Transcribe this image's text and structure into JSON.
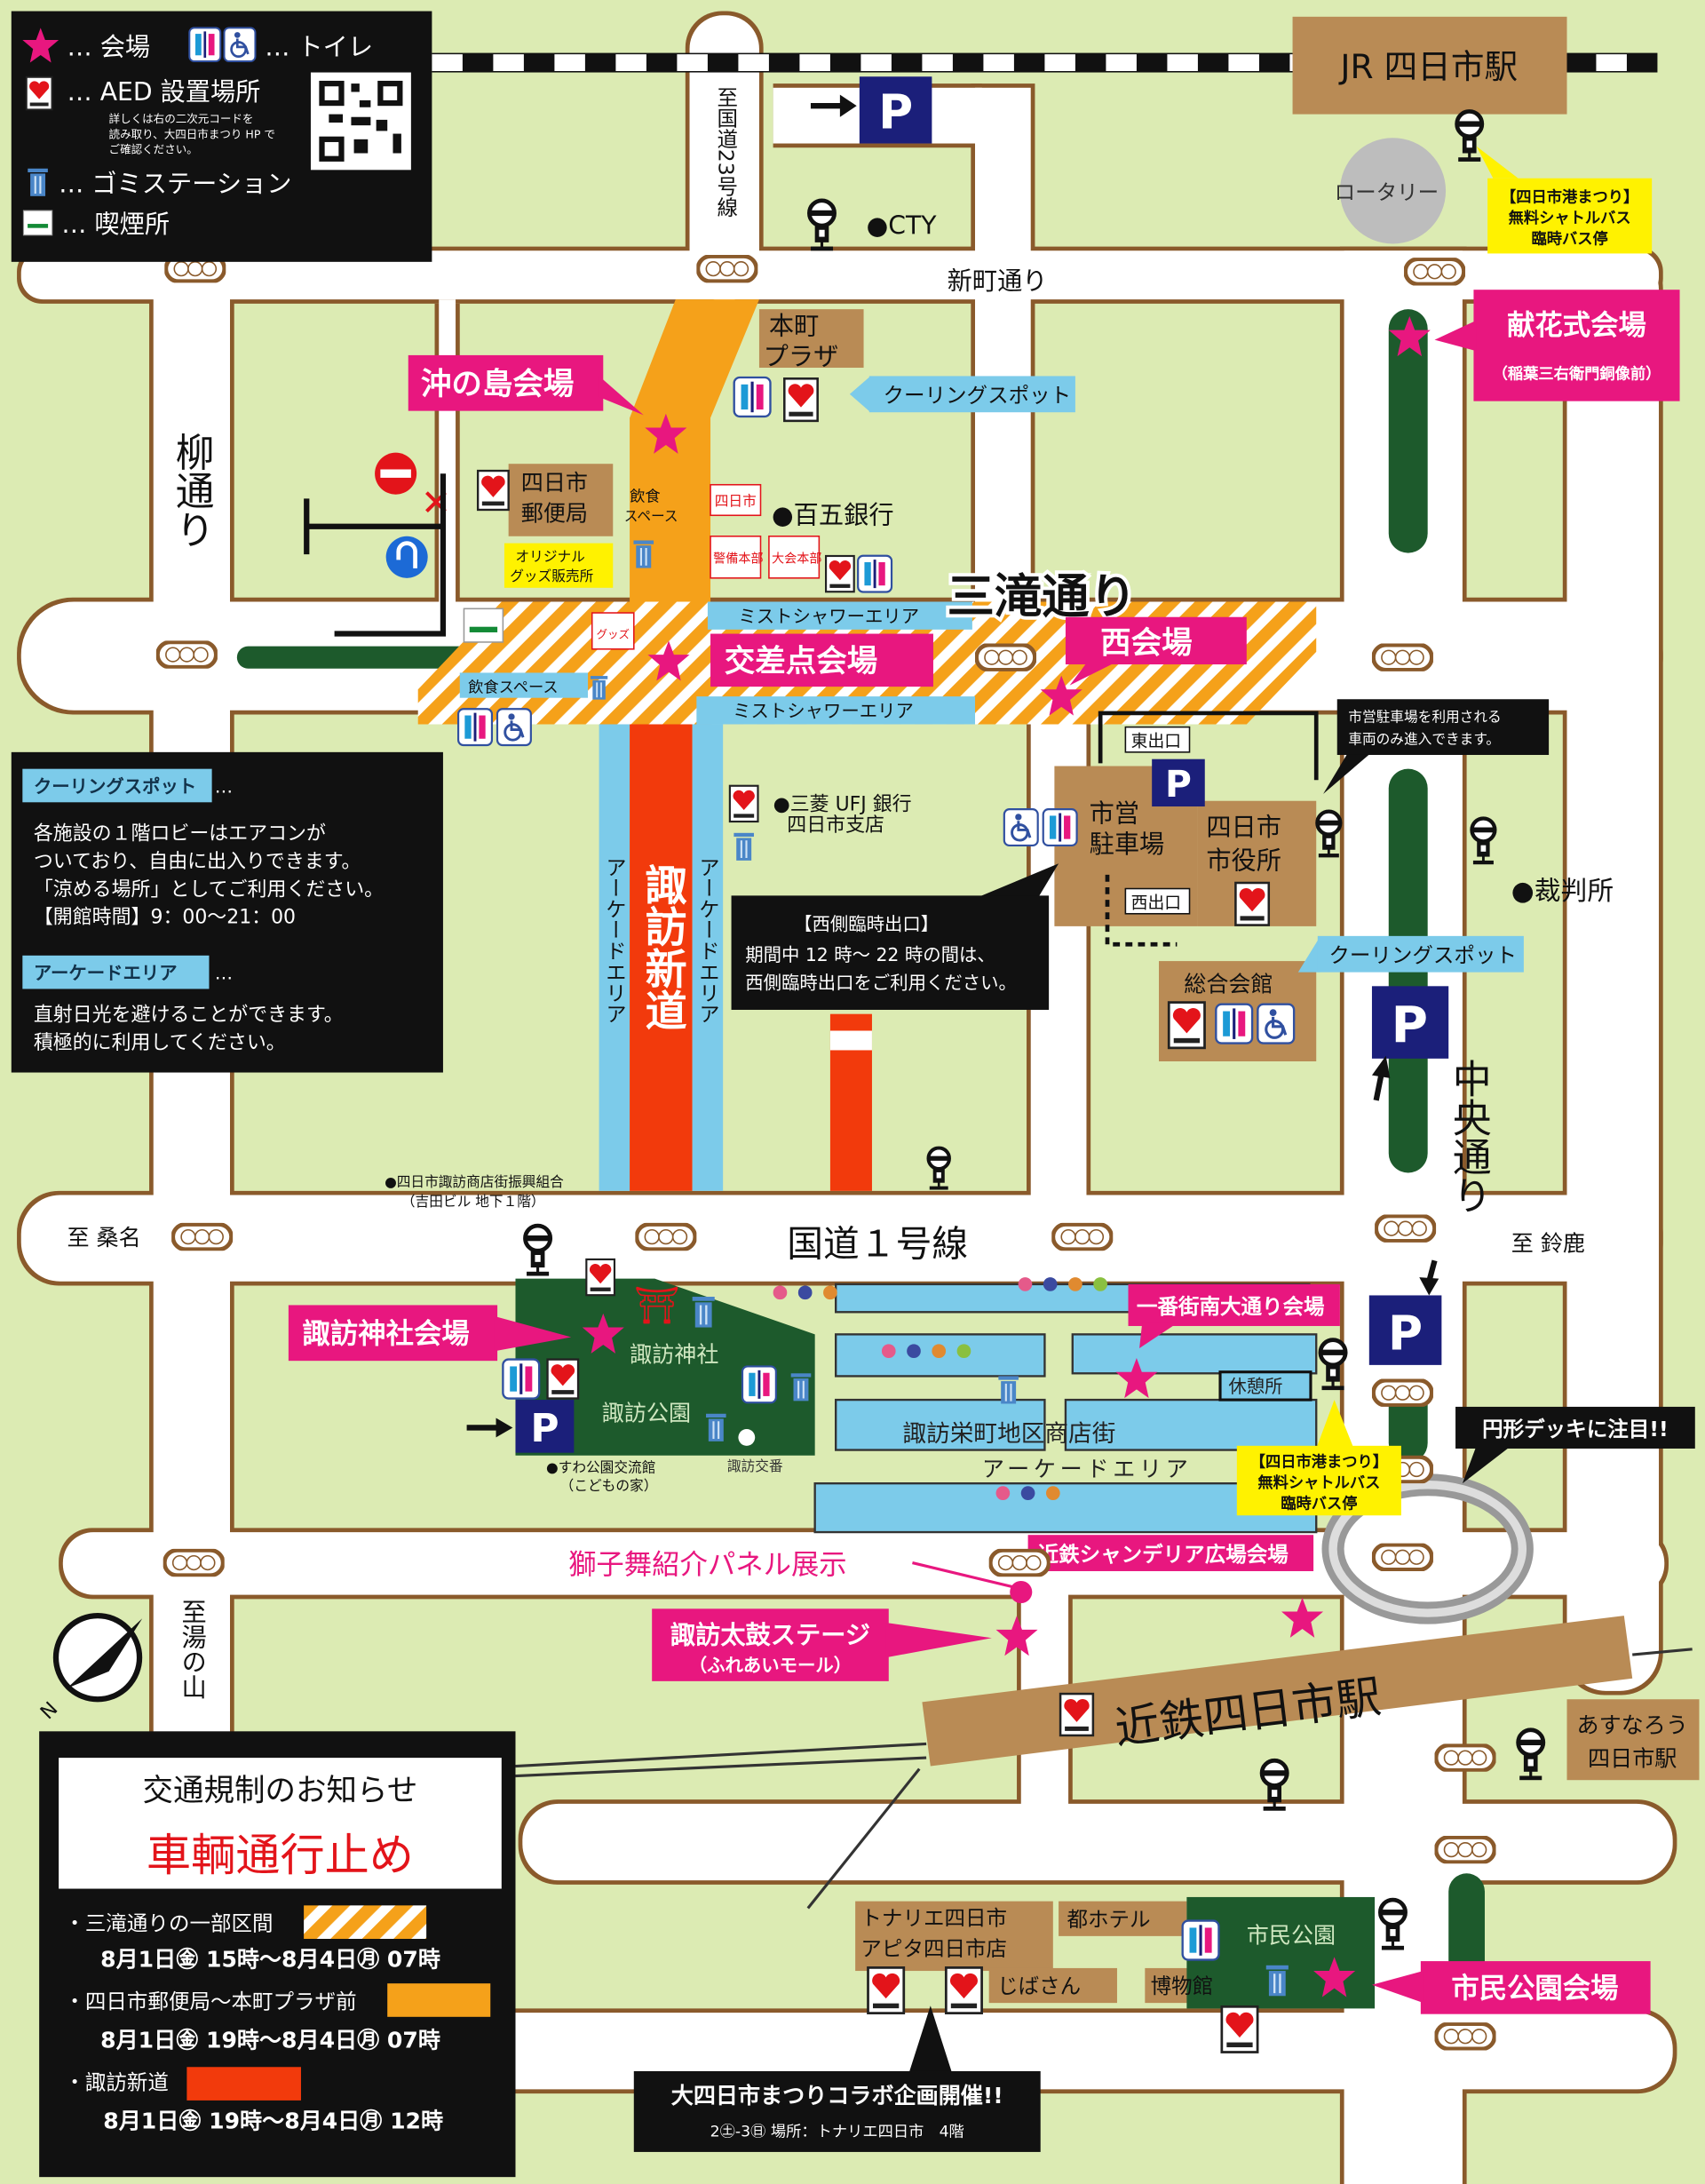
{
  "colors": {
    "ground": "#dcebb3",
    "road_edge": "#8a5a2b",
    "venue_pink": "#e8177f",
    "building": "#b98b55",
    "arcade_blue": "#7ccbea",
    "closure_orange": "#f5a11a",
    "closure_red": "#f23a0c",
    "park_green": "#1d5a2c",
    "parking_navy": "#1b1f7a",
    "notice_yellow": "#fff200"
  },
  "legend": {
    "venue": "… 会場",
    "toilet": "… トイレ",
    "aed": "… AED 設置場所",
    "aed_note": [
      "詳しくは右の二次元コードを",
      "読み取り、大四日市まつり HP で",
      "ご確認ください。"
    ],
    "trash": "… ゴミステーション",
    "smoking": "… 喫煙所"
  },
  "info": {
    "cooling_title": "クーリングスポット",
    "cooling_lines": [
      "各施設の１階ロビーはエアコンが",
      "ついており、自由に出入りできます。",
      "「涼める場所」としてご利用ください。",
      "【開館時間】9：00～21：00"
    ],
    "arcade_title": "アーケードエリア",
    "arcade_lines": [
      "直射日光を避けることができます。",
      "積極的に利用してください。"
    ],
    "dots": "…"
  },
  "traffic": {
    "title": "交通規制のお知らせ",
    "subtitle": "車輌通行止め",
    "items": [
      {
        "label": "・三滝通りの一部区間",
        "time": "8月1日㊎ 15時～8月4日㊊ 07時"
      },
      {
        "label": "・四日市郵便局～本町プラザ前",
        "time": "8月1日㊎ 19時～8月4日㊊ 07時"
      },
      {
        "label": "・諏訪新道",
        "time": "8月1日㊎ 19時～8月4日㊊ 12時"
      }
    ]
  },
  "stations": {
    "jr": "JR 四日市駅",
    "kintetsu": "近鉄四日市駅",
    "asunarou": [
      "あすなろう",
      "四日市駅"
    ]
  },
  "roads": {
    "sanmaki": "三滝通り",
    "shinmachi": "新町通り",
    "route1": "国道１号線",
    "yanagi": "柳通り",
    "chuo": "中央通り",
    "to_route23": "至国道23号線",
    "to_kuwana": "至 桑名",
    "to_suzuka": "至 鈴鹿",
    "to_yunoyama": "至湯の山",
    "rotary": "ロータリー",
    "suwa_shindo": "諏訪新道",
    "arcade": "アーケードエリア"
  },
  "venues": {
    "okinoshima": "沖の島会場",
    "kousaten": "交差点会場",
    "nishi": "西会場",
    "kenka": "献花式会場",
    "kenka_sub": "（稲葉三右衛門銅像前）",
    "suwa_jinja": "諏訪神社会場",
    "ichibangai": "一番街南大通り会場",
    "chandelier": "近鉄シャンデリア広場会場",
    "taiko": "諏訪太鼓ステージ",
    "taiko_sub": "（ふれあいモール）",
    "shimin": "市民公園会場",
    "shishimai": "獅子舞紹介パネル展示"
  },
  "places": {
    "cty": "●CTY",
    "hyakugo": "●百五銀行",
    "mufg": [
      "●三菱 UFJ 銀行",
      "四日市支店"
    ],
    "court": "●裁判所",
    "honmachi": [
      "本町",
      "プラザ"
    ],
    "post": [
      "四日市",
      "郵便局"
    ],
    "parking_lot": [
      "市営",
      "駐車場"
    ],
    "city_hall": [
      "四日市",
      "市役所"
    ],
    "sogo": "総合会館",
    "east_exit": "東出口",
    "west_exit": "西出口",
    "eat1": [
      "飲食",
      "スペース"
    ],
    "eat2": "飲食スペース",
    "goods": [
      "オリジナル",
      "グッズ販売所"
    ],
    "goods_tag": "グッズ",
    "mist1": "ミストシャワーエリア",
    "mist2": "ミストシャワーエリア",
    "cool1": "クーリングスポット",
    "cool2": "クーリングスポット",
    "suwa_shrine": "諏訪神社",
    "suwa_park": "諏訪公園",
    "koban": "諏訪交番",
    "suwa_hall": [
      "●すわ公園交流館",
      "（こどもの家）"
    ],
    "shotengai_assoc": [
      "●四日市諏訪商店街振興組合",
      "（吉田ビル 地下１階）"
    ],
    "sakae": "諏訪栄町地区商店街",
    "rest": "休憩所",
    "tonarie": [
      "トナリエ四日市",
      "アピタ四日市店"
    ],
    "miyako": "都ホテル",
    "jibasan": "じばさん",
    "museum": "博物館",
    "shimin_park": "市民公園",
    "bus_tags": [
      "四日市",
      "警備本部",
      "大会本部"
    ]
  },
  "notices": {
    "shuttle": [
      "【四日市港まつり】",
      "無料シャトルバス",
      "臨時バス停"
    ],
    "west_exit_title": "【西側臨時出口】",
    "west_exit_lines": [
      "期間中 12 時～ 22 時の間は、",
      "西側臨時出口をご利用ください。"
    ],
    "parking_note": [
      "市営駐車場を利用される",
      "車両のみ進入できます。"
    ],
    "deck": "円形デッキに注目!!",
    "collab_title": "大四日市まつりコラボ企画開催!!",
    "collab_sub": "2㊏-3㊐  場所：トナリエ四日市　4階"
  },
  "parking_label": "P"
}
